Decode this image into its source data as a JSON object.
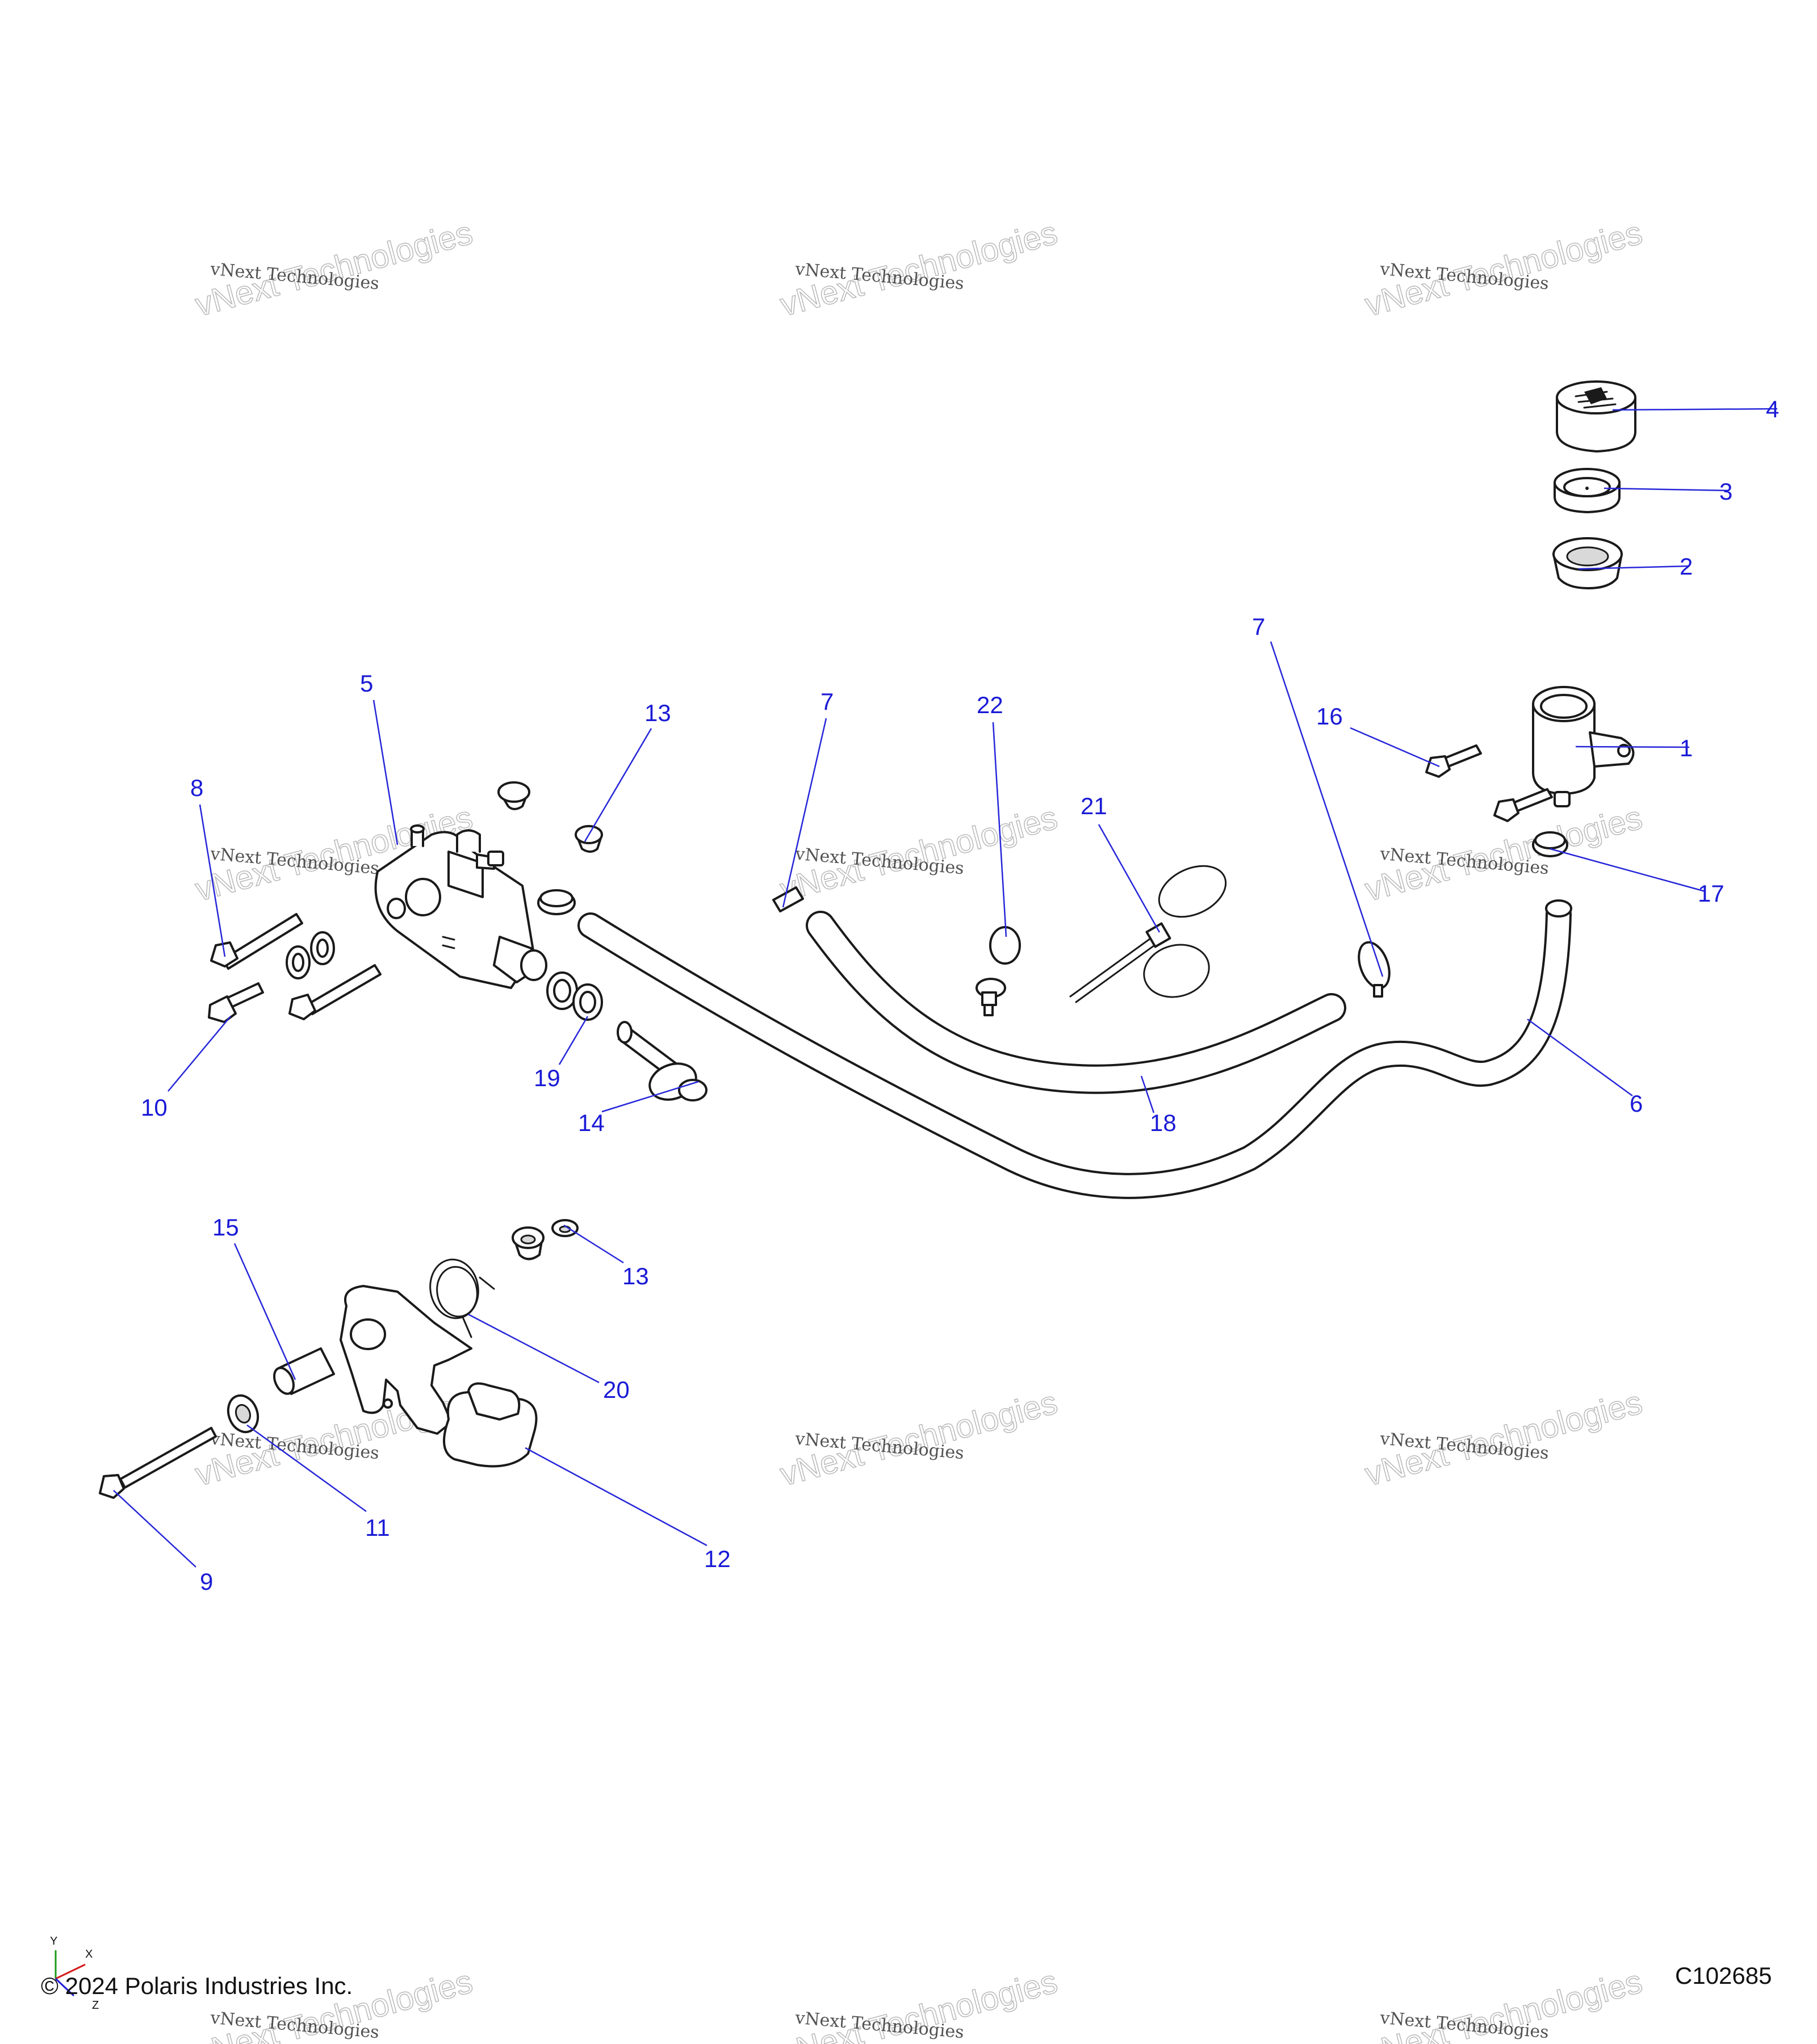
{
  "watermark": {
    "small_text": "vNext Technologies",
    "big_text": "vNext Technologies"
  },
  "callouts": {
    "c1": "1",
    "c2": "2",
    "c3": "3",
    "c4": "4",
    "c5": "5",
    "c6": "6",
    "c7a": "7",
    "c7b": "7",
    "c8": "8",
    "c9": "9",
    "c10": "10",
    "c11": "11",
    "c12": "12",
    "c13a": "13",
    "c13b": "13",
    "c14": "14",
    "c15": "15",
    "c16": "16",
    "c17": "17",
    "c18": "18",
    "c19": "19",
    "c20": "20",
    "c21": "21",
    "c22": "22"
  },
  "footer": {
    "copyright": "© 2024 Polaris Industries Inc.",
    "figure_id": "C102685"
  },
  "axis_triad": {
    "y": "Y",
    "x": "X",
    "z": "Z"
  },
  "colors": {
    "callout": "#1a1ad6",
    "leader": "#2626d9",
    "linework": "#1a1a1a"
  }
}
